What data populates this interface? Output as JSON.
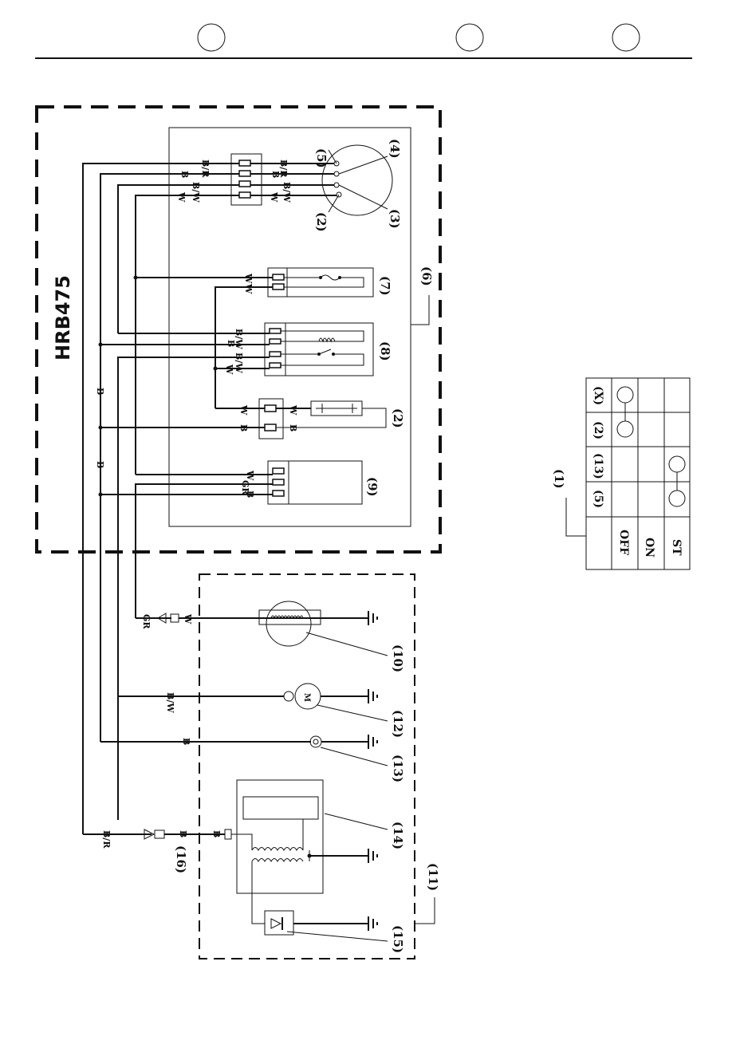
{
  "model": "HRB475",
  "wire_codes": {
    "br": "B/R",
    "b": "B",
    "bw": "B/W",
    "w": "W",
    "gr": "GR"
  },
  "callouts": {
    "c1": "(1)",
    "c2": "(2)",
    "c3": "(3)",
    "c4": "(4)",
    "c5": "(5)",
    "c6": "(6)",
    "c7": "(7)",
    "c8": "(8)",
    "c9": "(9)",
    "c10": "(10)",
    "c11": "(11)",
    "c12": "(12)",
    "c13": "(13)",
    "c14": "(14)",
    "c15": "(15)",
    "c16": "(16)"
  },
  "motor_symbol": "M",
  "switch_table": {
    "columns": [
      "(5)",
      "(13)",
      "(2)",
      "(X)"
    ],
    "rows": [
      "OFF",
      "ON",
      "ST"
    ]
  }
}
